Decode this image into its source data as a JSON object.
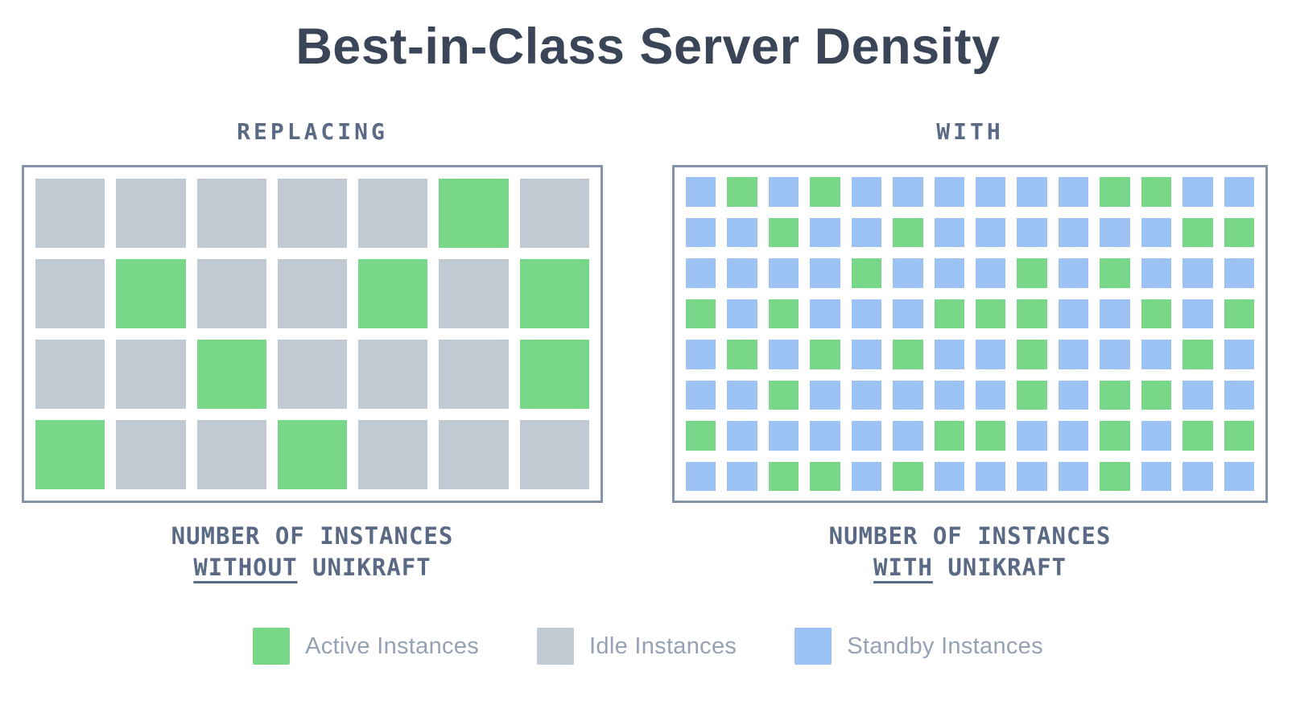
{
  "title": "Best-in-Class Server Density",
  "colors": {
    "active": "#79D789",
    "idle": "#C1CAD3",
    "standby": "#9CC3F4",
    "panel_border": "#8593A7",
    "title_text": "#3A4658",
    "heading_text": "#5A6A85",
    "legend_text": "#96A2B4"
  },
  "chart_data": [
    {
      "type": "heatmap",
      "subtype": "waffle-grid",
      "header": "REPLACING",
      "columns": 7,
      "rows": 4,
      "cell_key": {
        "A": "active",
        "I": "idle",
        "S": "standby"
      },
      "cell_codes": [
        "IIIIIAI",
        "IAIIAIA",
        "IIAIIIA",
        "AIIAIII"
      ],
      "counts": {
        "active": 8,
        "idle": 20,
        "total": 28
      },
      "caption": {
        "line1": "NUMBER OF INSTANCES",
        "underlined": "WITHOUT",
        "rest": "UNIKRAFT"
      }
    },
    {
      "type": "heatmap",
      "subtype": "waffle-grid",
      "header": "WITH",
      "columns": 14,
      "rows": 8,
      "cell_key": {
        "A": "active",
        "I": "idle",
        "S": "standby"
      },
      "cell_codes": [
        "SASASSSSSSAASS",
        "SSASSASSSSSSAA",
        "SSSSASSSASASSS",
        "ASASSSAAASSASA",
        "SASASASSASSSAS",
        "SSASSSSSASAASS",
        "ASSSSSAASSASAA",
        "SSAASASSSSASSS"
      ],
      "counts": {
        "active": 37,
        "standby": 75,
        "total": 112
      },
      "caption": {
        "line1": "NUMBER OF INSTANCES",
        "underlined": "WITH",
        "rest": "UNIKRAFT"
      }
    }
  ],
  "legend": {
    "items": [
      {
        "label": "Active Instances",
        "color_key": "active"
      },
      {
        "label": "Idle Instances",
        "color_key": "idle"
      },
      {
        "label": "Standby Instances",
        "color_key": "standby"
      }
    ]
  }
}
